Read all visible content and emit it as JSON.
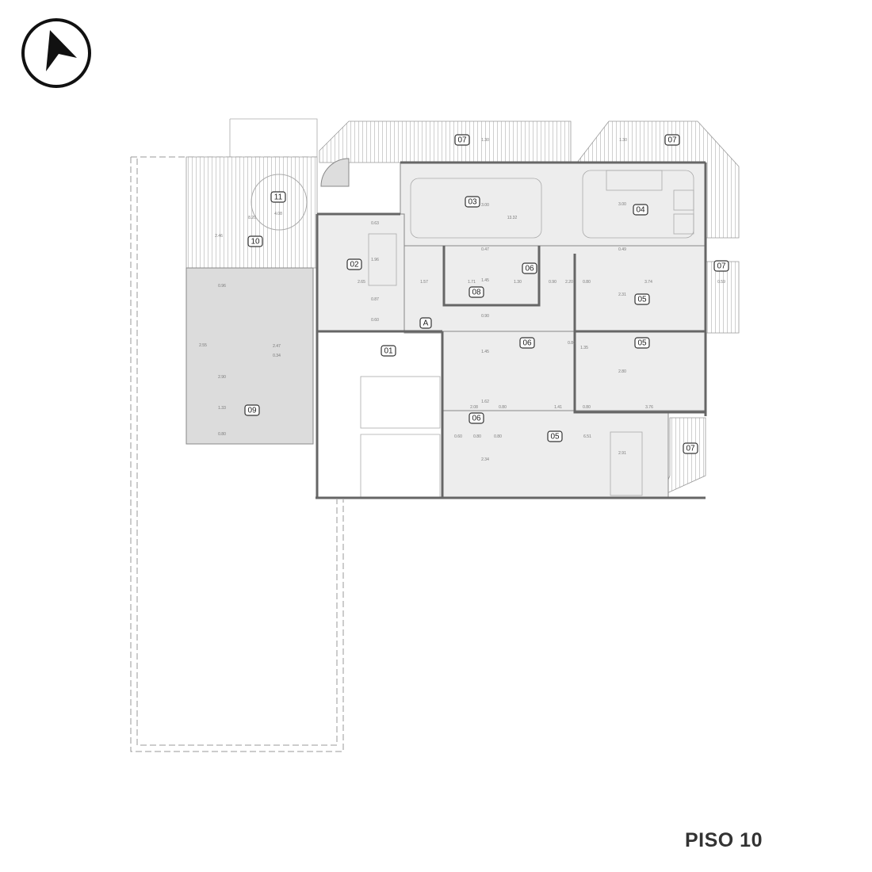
{
  "floor_label": "PISO 10",
  "compass": {
    "icon": "north-arrow-icon"
  },
  "rooms": [
    "07",
    "07",
    "11",
    "10",
    "03",
    "04",
    "02",
    "06",
    "08",
    "05",
    "07",
    "A",
    "01",
    "06",
    "05",
    "09",
    "06",
    "05",
    "07"
  ],
  "dimensions": [
    "1.30",
    "1.30",
    "4.08",
    "8.20",
    "2.46",
    "3.00",
    "13.32",
    "3.00",
    "0.63",
    "1.96",
    "2.65",
    "1.57",
    "0.87",
    "0.60",
    "0.47",
    "0.49",
    "1.71",
    "1.45",
    "1.30",
    "0.90",
    "2.20",
    "0.80",
    "3.74",
    "0.59",
    "2.31",
    "0.90",
    "1.45",
    "0.80",
    "1.35",
    "2.80",
    "1.62",
    "2.08",
    "0.80",
    "1.41",
    "0.80",
    "3.76",
    "2.47",
    "0.34",
    "1.33",
    "0.60",
    "0.80",
    "0.80",
    "6.51",
    "2.34",
    "2.91",
    "0.96",
    "2.55",
    "0.80",
    "2.90"
  ]
}
